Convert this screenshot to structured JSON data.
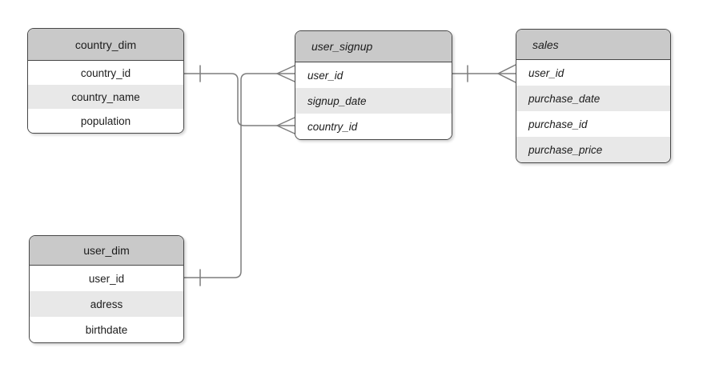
{
  "colors": {
    "header-fill": "#c9c9c9",
    "row-alt-fill": "#e8e8e8",
    "row-fill": "#ffffff",
    "border": "#474747",
    "connector": "#7d7d7d",
    "text": "#1c1c1c",
    "canvas-bg": "#ffffff"
  },
  "tables": [
    {
      "id": "country_dim",
      "title": "country_dim",
      "text_style": "regular-centered",
      "fields": [
        "country_id",
        "country_name",
        "population"
      ]
    },
    {
      "id": "user_signup",
      "title": "user_signup",
      "text_style": "italic-left",
      "fields": [
        "user_id",
        "signup_date",
        "country_id"
      ]
    },
    {
      "id": "sales",
      "title": "sales",
      "text_style": "italic-left",
      "fields": [
        "user_id",
        "purchase_date",
        "purchase_id",
        "purchase_price"
      ]
    },
    {
      "id": "user_dim",
      "title": "user_dim",
      "text_style": "regular-centered",
      "fields": [
        "user_id",
        "adress",
        "birthdate"
      ]
    }
  ],
  "relationships": [
    {
      "id": "country_dim-user_signup",
      "from": "country_dim.country_id",
      "to": "user_signup.country_id",
      "from_cardinality": "one",
      "to_cardinality": "many"
    },
    {
      "id": "user_dim-user_signup",
      "from": "user_dim.user_id",
      "to": "user_signup.user_id",
      "from_cardinality": "one",
      "to_cardinality": "many"
    },
    {
      "id": "user_signup-sales",
      "from": "user_signup.user_id",
      "to": "sales.user_id",
      "from_cardinality": "one",
      "to_cardinality": "many"
    }
  ]
}
